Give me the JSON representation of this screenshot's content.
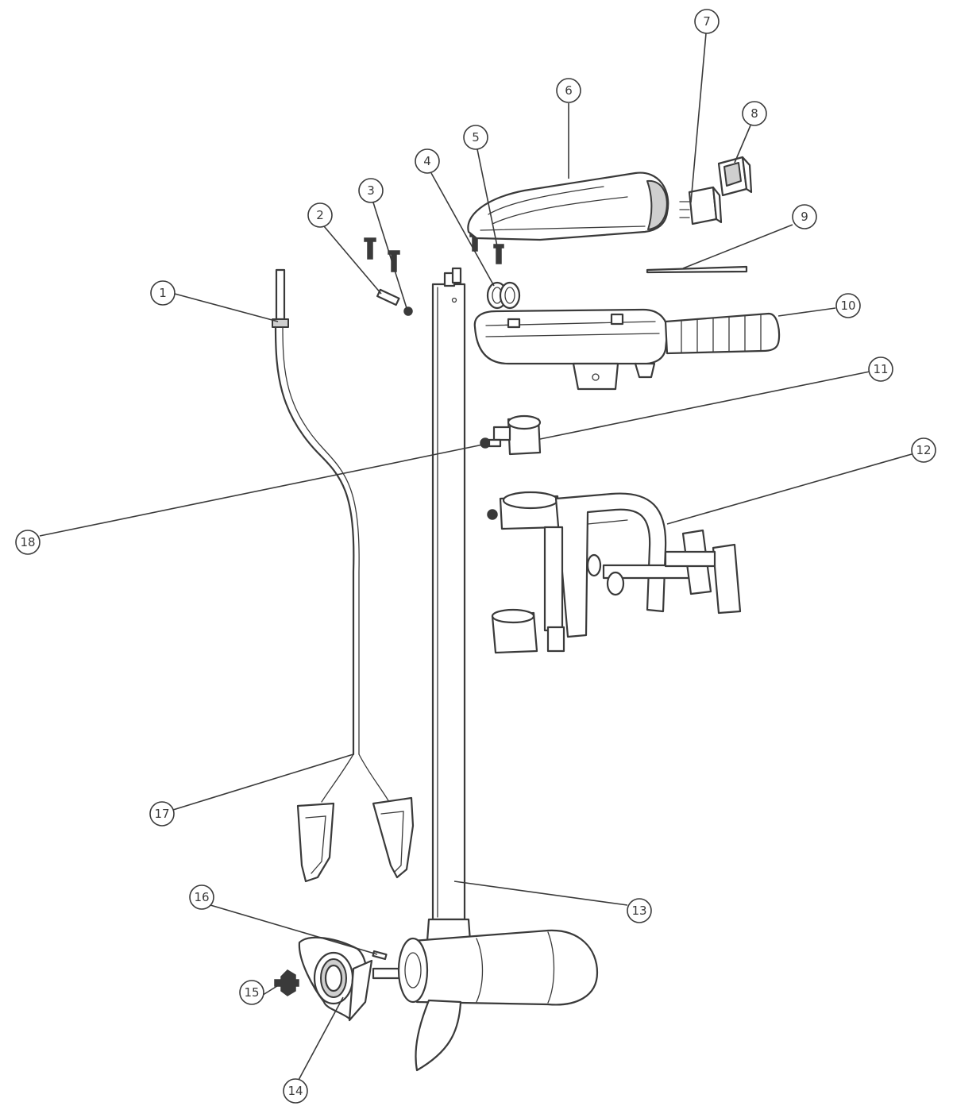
{
  "colors": {
    "line": "#3a3a3a",
    "background": "#ffffff",
    "shade": "#cfcfcf"
  },
  "callouts": [
    "1",
    "2",
    "3",
    "4",
    "5",
    "6",
    "7",
    "8",
    "9",
    "10",
    "11",
    "12",
    "13",
    "14",
    "15",
    "16",
    "17",
    "18"
  ]
}
